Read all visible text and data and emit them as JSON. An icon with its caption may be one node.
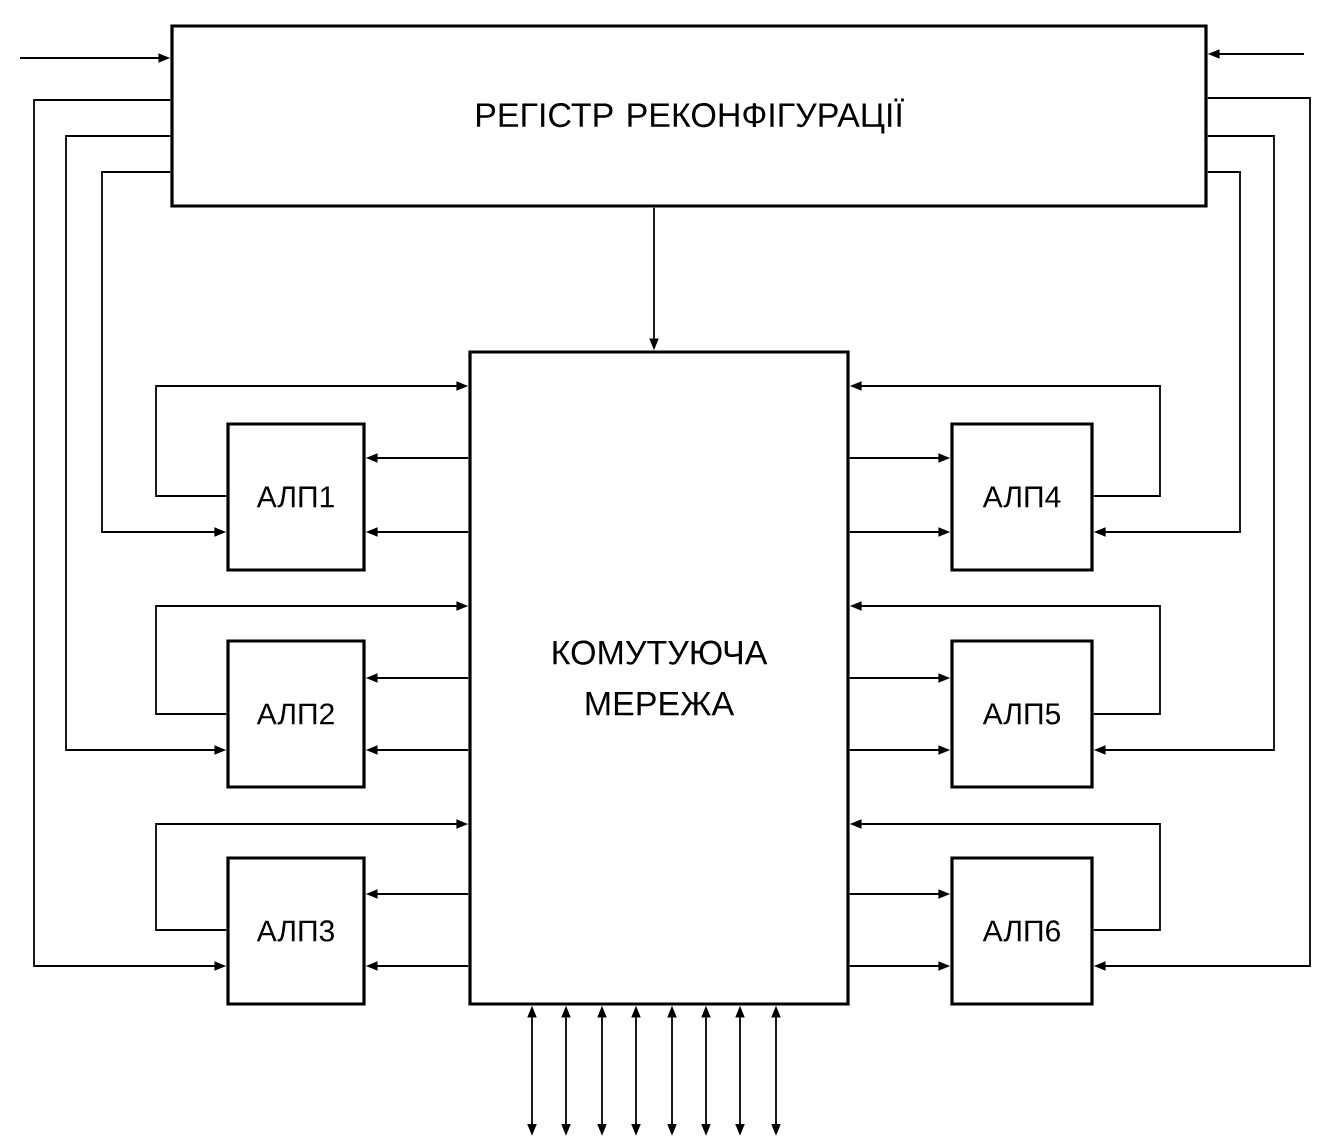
{
  "diagram": {
    "nodes": [
      {
        "text": [
          "РЕГІСТР РЕКОНФІГУРАЦІЇ"
        ]
      },
      {
        "text": [
          "КОМУТУЮЧА МЕРЕЖА"
        ]
      },
      {
        "text": [
          "АЛП1"
        ]
      },
      {
        "text": [
          "АЛП2"
        ]
      },
      {
        "text": [
          "АЛП3"
        ]
      },
      {
        "text": [
          "АЛП4"
        ]
      },
      {
        "text": [
          "АЛП5"
        ]
      },
      {
        "text": [
          "АЛП6"
        ]
      }
    ],
    "edges": [
      {
        "from": null,
        "to": 0,
        "arrow": "to"
      },
      {
        "from": null,
        "to": 0,
        "arrow": "to"
      },
      {
        "from": 0,
        "to": 1,
        "arrow": "to"
      },
      {
        "from": 0,
        "to": 2,
        "arrow": "to"
      },
      {
        "from": 2,
        "to": 1,
        "arrow": "to"
      },
      {
        "from": 1,
        "to": 2,
        "arrow": "to"
      },
      {
        "from": 1,
        "to": 2,
        "arrow": "to"
      },
      {
        "from": 0,
        "to": 3,
        "arrow": "to"
      },
      {
        "from": 3,
        "to": 1,
        "arrow": "to"
      },
      {
        "from": 1,
        "to": 3,
        "arrow": "to"
      },
      {
        "from": 1,
        "to": 3,
        "arrow": "to"
      },
      {
        "from": 0,
        "to": 4,
        "arrow": "to"
      },
      {
        "from": 4,
        "to": 1,
        "arrow": "to"
      },
      {
        "from": 1,
        "to": 4,
        "arrow": "to"
      },
      {
        "from": 1,
        "to": 4,
        "arrow": "to"
      },
      {
        "from": 0,
        "to": 5,
        "arrow": "to"
      },
      {
        "from": 5,
        "to": 1,
        "arrow": "to"
      },
      {
        "from": 1,
        "to": 5,
        "arrow": "to"
      },
      {
        "from": 1,
        "to": 5,
        "arrow": "to"
      },
      {
        "from": 0,
        "to": 6,
        "arrow": "to"
      },
      {
        "from": 6,
        "to": 1,
        "arrow": "to"
      },
      {
        "from": 1,
        "to": 6,
        "arrow": "to"
      },
      {
        "from": 1,
        "to": 6,
        "arrow": "to"
      },
      {
        "from": 0,
        "to": 7,
        "arrow": "to"
      },
      {
        "from": 7,
        "to": 1,
        "arrow": "to"
      },
      {
        "from": 1,
        "to": 7,
        "arrow": "to"
      },
      {
        "from": 1,
        "to": 7,
        "arrow": "to"
      },
      {
        "from": 1,
        "to": null,
        "arrow": "both"
      },
      {
        "from": 1,
        "to": null,
        "arrow": "both"
      },
      {
        "from": 1,
        "to": null,
        "arrow": "both"
      },
      {
        "from": 1,
        "to": null,
        "arrow": "both"
      },
      {
        "from": 1,
        "to": null,
        "arrow": "both"
      },
      {
        "from": 1,
        "to": null,
        "arrow": "both"
      },
      {
        "from": 1,
        "to": null,
        "arrow": "both"
      },
      {
        "from": 1,
        "to": null,
        "arrow": "both"
      }
    ]
  }
}
